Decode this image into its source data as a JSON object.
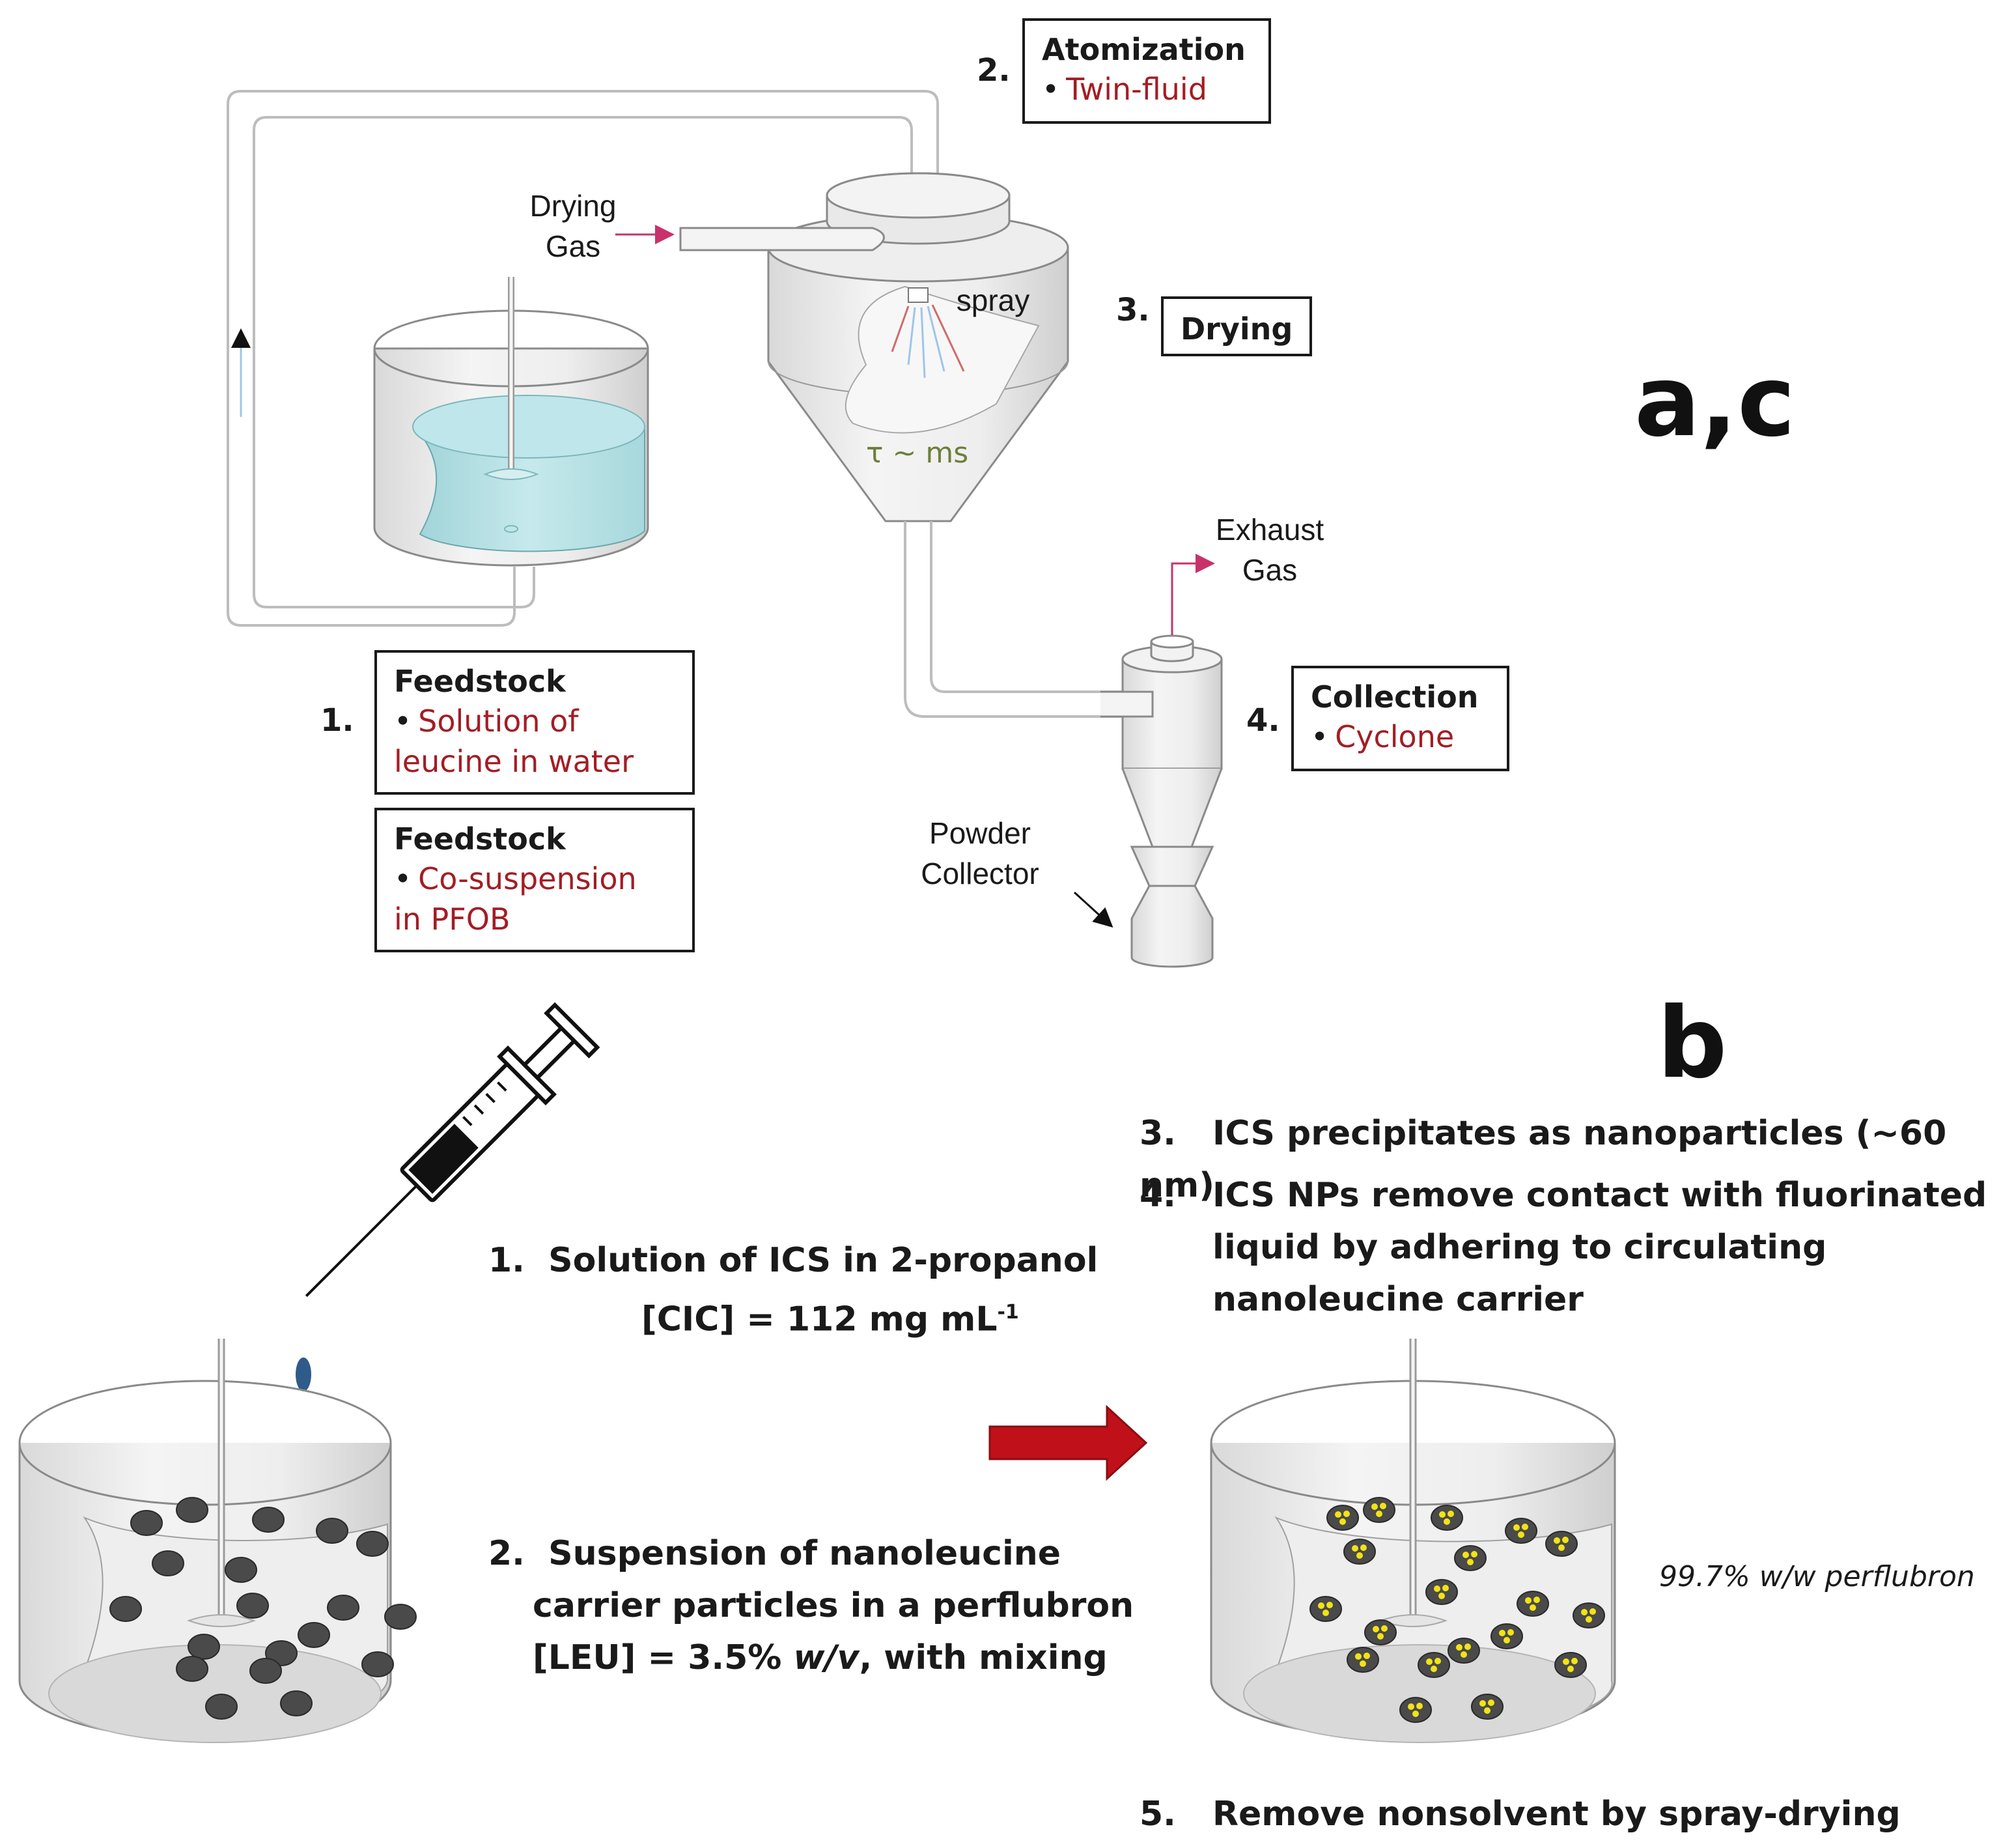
{
  "panels": {
    "top": "a,c",
    "bottom": "b"
  },
  "top": {
    "stage1": {
      "number": "1.",
      "box_a": {
        "title": "Feedstock",
        "line1": "Solution  of",
        "line2": "leucine  in water"
      },
      "box_b": {
        "title": "Feedstock",
        "line1": "Co-suspension",
        "line2": "in PFOB"
      }
    },
    "stage2": {
      "number": "2.",
      "title": "Atomization",
      "item": "Twin-fluid"
    },
    "stage3": {
      "number": "3.",
      "title": "Drying"
    },
    "stage4": {
      "number": "4.",
      "title": "Collection",
      "item": "Cyclone"
    },
    "labels": {
      "drying_gas_1": "Drying",
      "drying_gas_2": "Gas",
      "spray": "spray",
      "tau": "τ ~ ms",
      "exhaust_1": "Exhaust",
      "exhaust_2": "Gas",
      "powder_1": "Powder",
      "powder_2": "Collector"
    }
  },
  "bottom": {
    "left_steps": {
      "s1_num": "1.",
      "s1_line1": "Solution of ICS in 2-propanol",
      "s1_line2_pre": "[CIC] = 112 mg mL",
      "s1_sup": "-1",
      "s2_num": "2.",
      "s2_line1": "Suspension of nanoleucine",
      "s2_line2": "carrier particles in a perflubron",
      "s2_line3_pre": "[LEU] = 3.5% ",
      "s2_line3_em": "w/v",
      "s2_line3_post": ", with mixing"
    },
    "right_steps": {
      "s3_num": "3.",
      "s3_text": "ICS precipitates as nanoparticles (~60 nm)",
      "s4_num": "4.",
      "s4_line1": "ICS NPs remove contact with fluorinated",
      "s4_line2": "liquid by adhering to circulating",
      "s4_line3": "nanoleucine carrier",
      "s5_num": "5.",
      "s5_text": "Remove nonsolvent by spray-drying"
    },
    "note": "99.7% w/w perflubron"
  }
}
